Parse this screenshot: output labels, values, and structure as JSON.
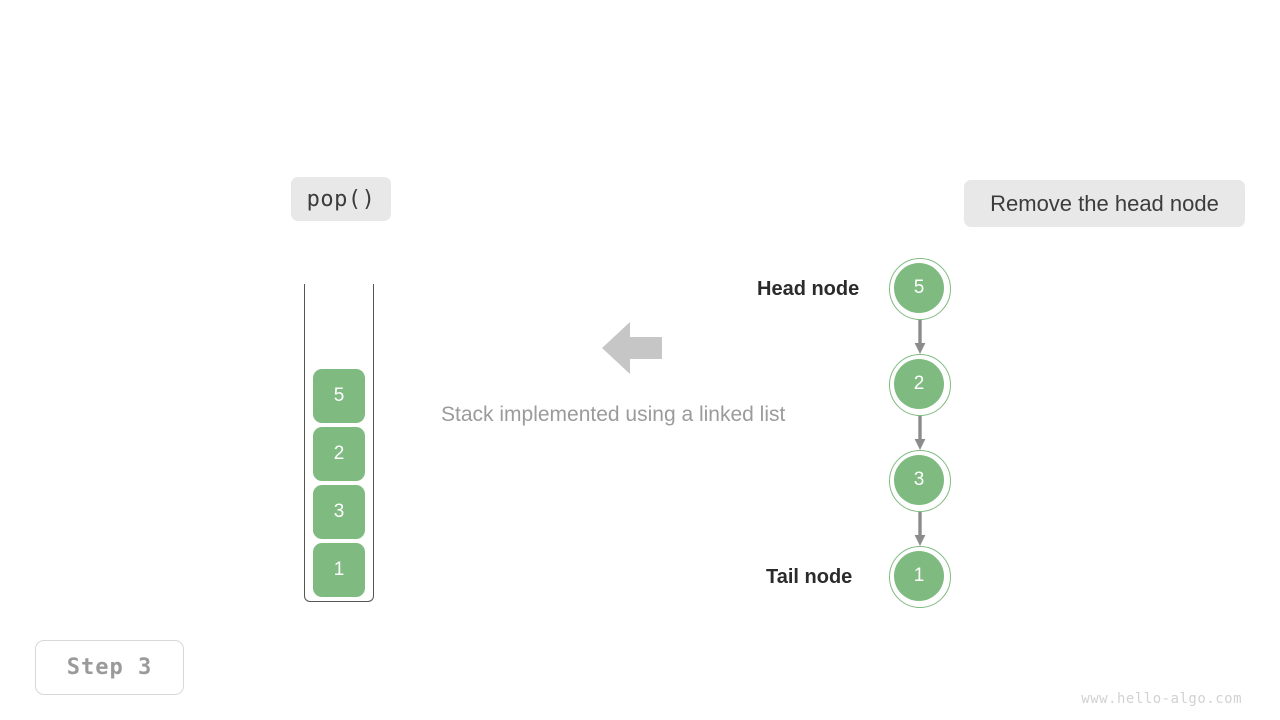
{
  "operation": {
    "label": "pop()"
  },
  "action": {
    "label": "Remove the head node"
  },
  "step": {
    "label": "Step 3"
  },
  "caption": {
    "text": "Stack implemented using a linked list"
  },
  "watermark": {
    "text": "www.hello-algo.com"
  },
  "flow_arrow": {
    "direction": "left",
    "color": "#c6c6c6"
  },
  "stack": {
    "cells": [
      {
        "value": "5"
      },
      {
        "value": "2"
      },
      {
        "value": "3"
      },
      {
        "value": "1"
      }
    ],
    "fill_color": "#7fba80",
    "wall_color": "#555555"
  },
  "linked_list": {
    "head_label": "Head node",
    "tail_label": "Tail node",
    "node_color": "#7fba80",
    "link_color": "#8c8c8c",
    "nodes": [
      {
        "value": "5"
      },
      {
        "value": "2"
      },
      {
        "value": "3"
      },
      {
        "value": "1"
      }
    ]
  }
}
